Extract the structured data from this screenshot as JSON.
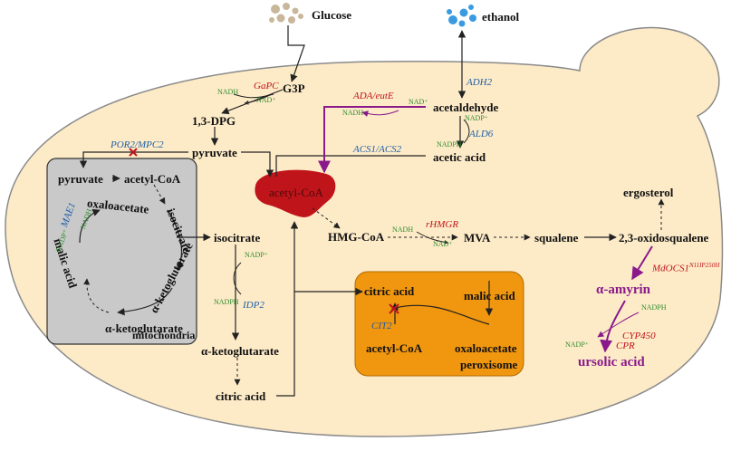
{
  "metabolites": {
    "glucose": "Glucose",
    "ethanol": "ethanol",
    "g3p": "G3P",
    "dpg": "1,3-DPG",
    "pyruvate": "pyruvate",
    "acetaldehyde": "acetaldehyde",
    "acetic_acid": "acetic acid",
    "mito_pyruvate": "pyruvate",
    "mito_acetylcoa": "acetyl-CoA",
    "oxaloacetate": "oxaloacetate",
    "isocitrate_mito": "isocitrate",
    "malic_acid_mito": "malic acid",
    "akg_mito": "α-ketoglutarate",
    "mitochondria": "mitochondria",
    "acetylcoa_main": "acetyl-CoA",
    "isocitrate": "isocitrate",
    "akg": "α-ketoglutarate",
    "citric_acid_bottom": "citric acid",
    "hmgcoa": "HMG-CoA",
    "mva": "MVA",
    "squalene": "squalene",
    "oxidosqualene": "2,3-oxidosqualene",
    "ergosterol": "ergosterol",
    "amyrin": "α-amyrin",
    "ursolic": "ursolic acid",
    "perox_citric": "citric acid",
    "perox_malic": "malic acid",
    "perox_acetylcoa": "acetyl-CoA",
    "perox_oxaloacetate": "oxaloacetate",
    "peroxisome": "peroxisome"
  },
  "enzymes": {
    "gapc": "GaPC",
    "adh2": "ADH2",
    "ada_eute": "ADA/eutE",
    "ald6": "ALD6",
    "acs": "ACS1/ACS2",
    "por2_mpc2": "POR2/MPC2",
    "mae1": "MAE1",
    "idp2": "IDP2",
    "rhmgr": "rHMGR",
    "mdocs1": "MdOCS1",
    "mdocs1_sup": "N11IP250H",
    "cyp450": "CYP450",
    "cpr": "CPR",
    "cit2": "CIT2"
  },
  "cofactors": {
    "nadh_gapc": "NADH",
    "nad_gapc": "NAD⁺",
    "nad_ada": "NAD⁺",
    "nadh_ada": "NADH",
    "nadp_ald6": "NADP⁺",
    "nadph_ald6": "NADPH",
    "nadp_mae1": "NADP⁺",
    "nadh_mae1": "NADH",
    "nadp_idp2": "NADP⁺",
    "nadph_idp2": "NADPH",
    "nadh_hmgr": "NADH",
    "nad_hmgr": "NAD⁺",
    "nadph_cyp": "NADPH",
    "nadp_cyp": "NADP⁺"
  },
  "colors": {
    "cell_fill": "#fdebc8",
    "mito_fill": "#c9c9c9",
    "perox_fill": "#f0960f",
    "acetylcoa_fill": "#c0141b",
    "enzyme_blue": "#1f5fa8",
    "enzyme_red": "#c0141b",
    "cofactor_green": "#2e8b2e",
    "purple": "#8a1a8a",
    "glucose_dots": "#c9b79a",
    "ethanol_dots": "#3a9be0"
  }
}
